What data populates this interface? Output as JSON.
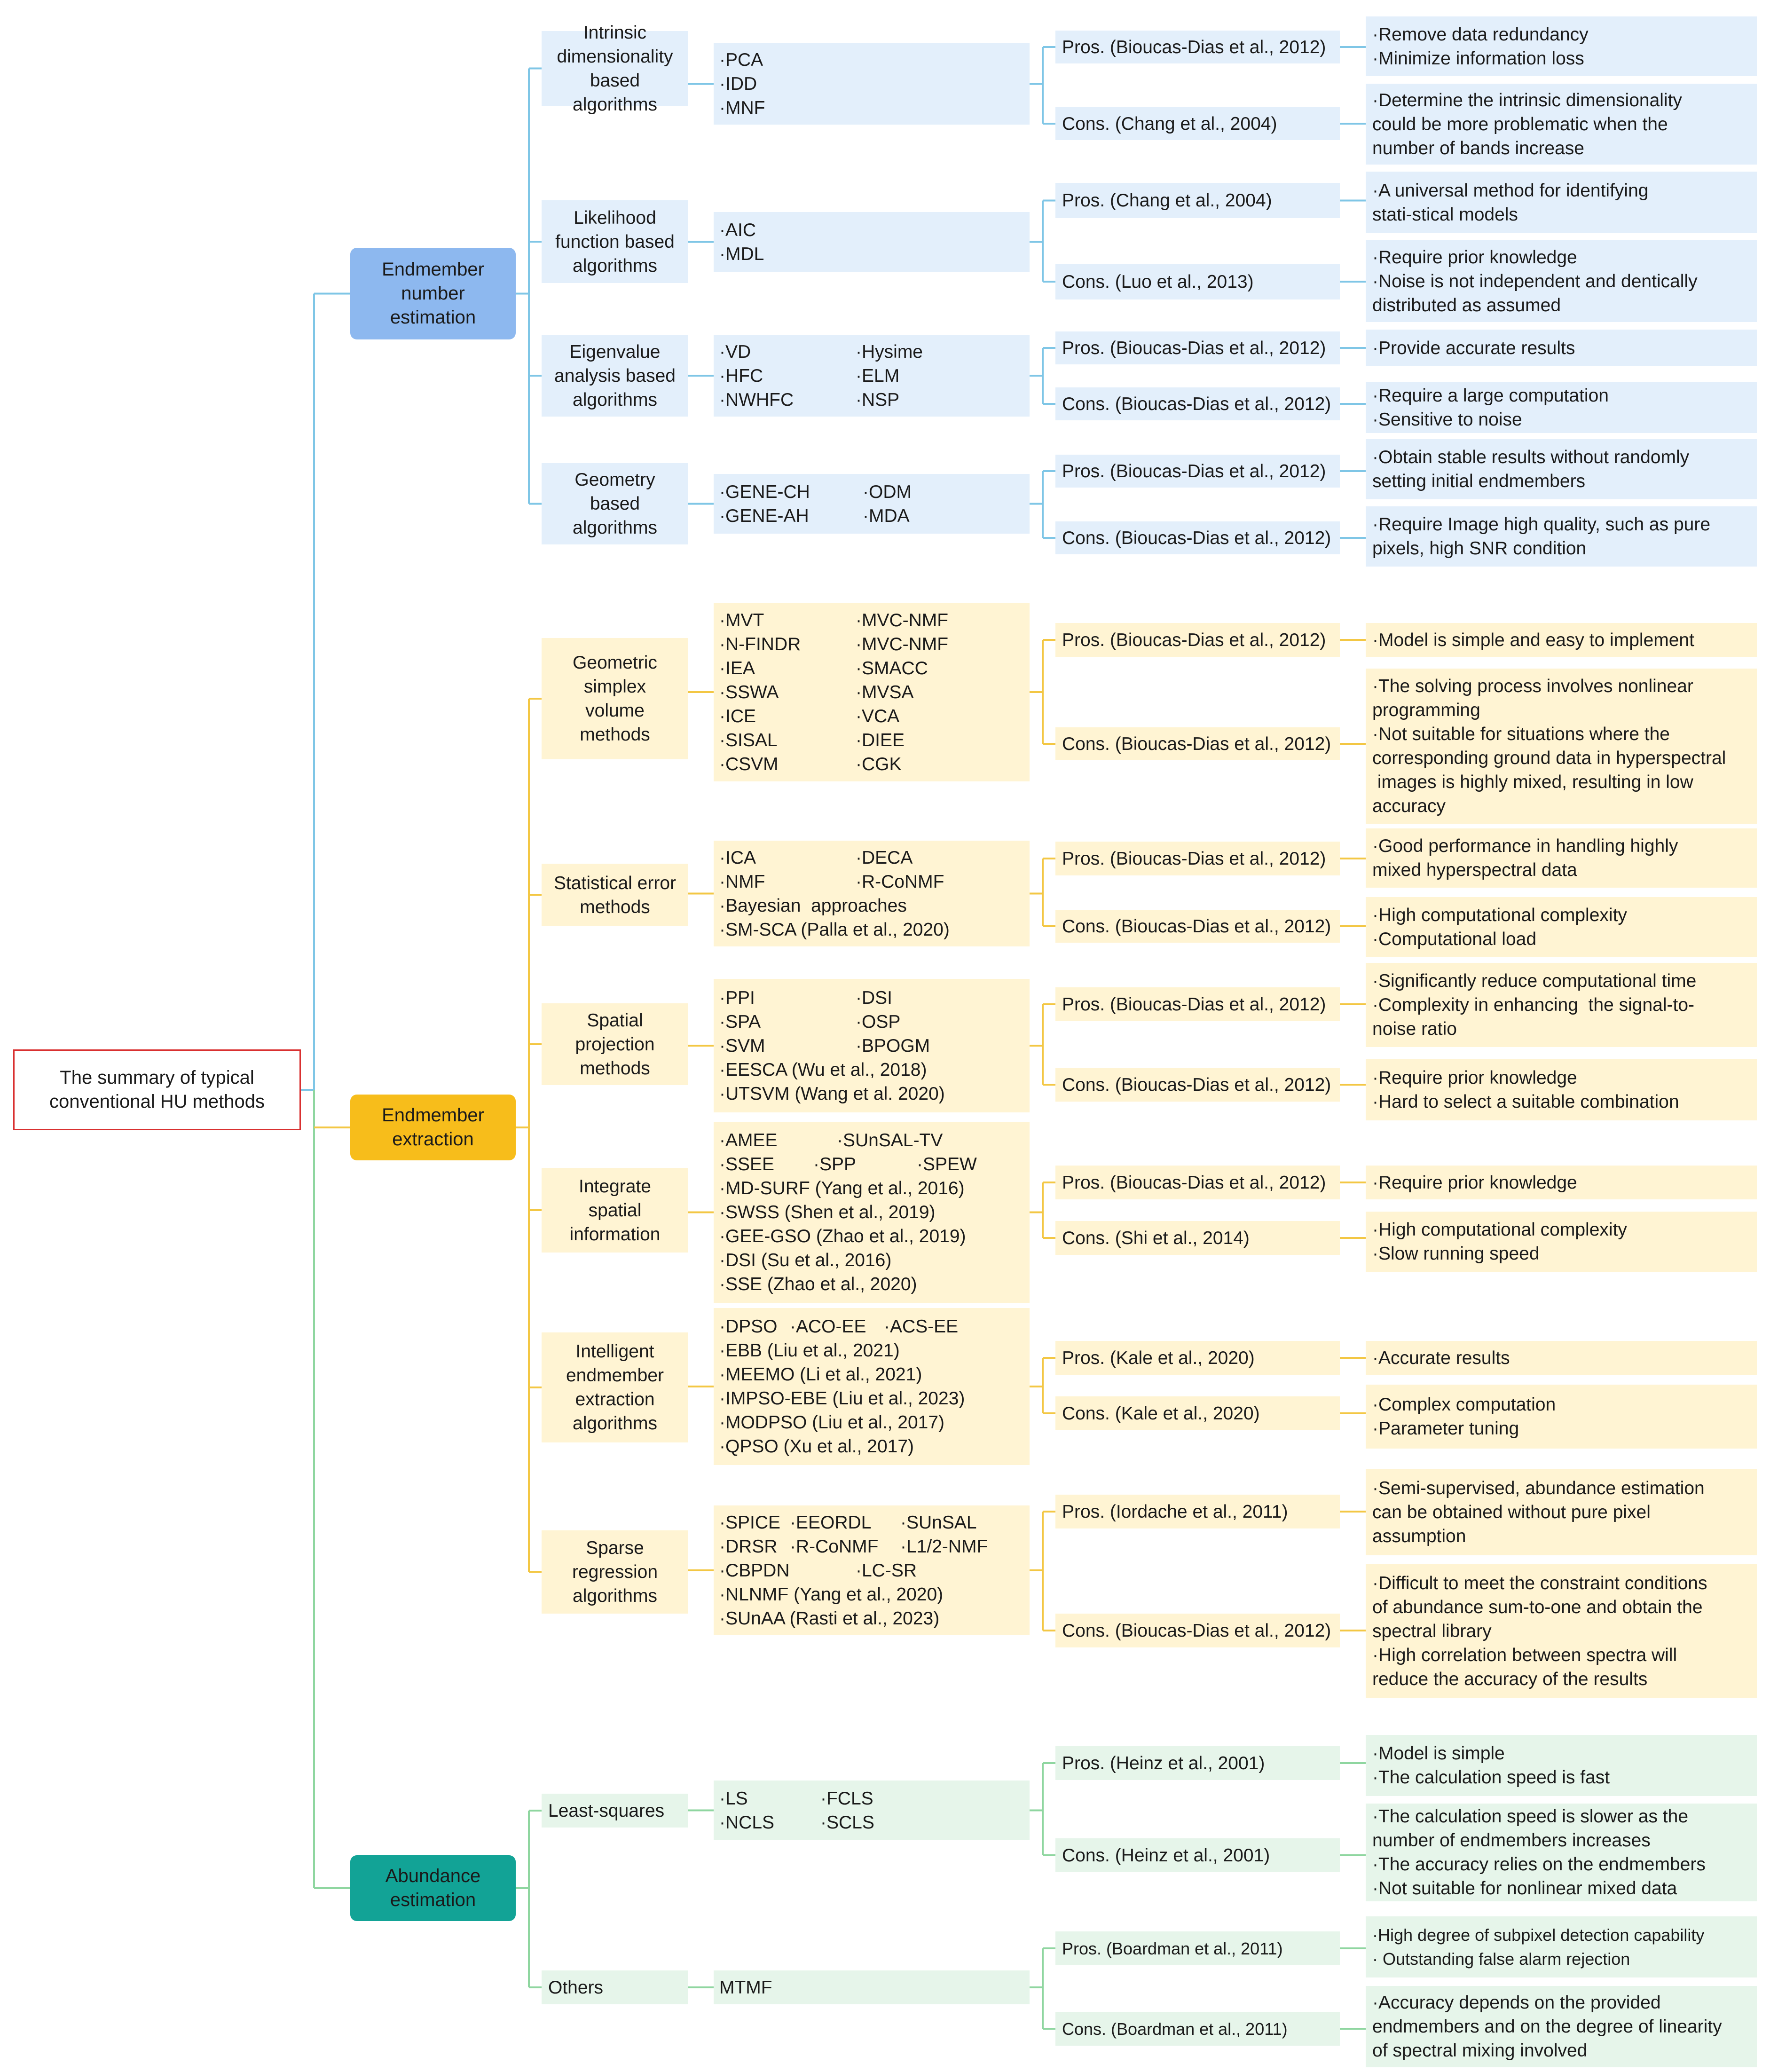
{
  "title": "The summary of typical conventional HU methods",
  "colors": {
    "blue_cat": "#8db8ef",
    "blue_light": "#e3effb",
    "blue_line": "#7fc6e6",
    "yellow_cat": "#f7bd1b",
    "yellow_light": "#fff4d3",
    "yellow_line": "#f3c744",
    "teal_cat": "#12a396",
    "green_light": "#e6f5ea",
    "green_line": "#8fd6a0",
    "root_border": "#d93030"
  },
  "categories": [
    {
      "name": "Endmember number estimation",
      "lines": [
        "Endmember",
        "number",
        "estimation"
      ],
      "subs": [
        {
          "lines": [
            "Intrinsic",
            "dimensionality",
            "based",
            "algorithms"
          ],
          "methods": [
            "·PCA",
            "·IDD",
            "·MNF"
          ],
          "pros": {
            "label": "Pros. (Bioucas-Dias et al., 2012)",
            "text": [
              "·Remove data redundancy",
              "·Minimize information loss"
            ]
          },
          "cons": {
            "label": "Cons. (Chang et al., 2004)",
            "text": [
              "·Determine the intrinsic dimensionality",
              "could be more problematic when the",
              "number of bands increase"
            ]
          }
        },
        {
          "lines": [
            "Likelihood",
            "function based",
            "algorithms"
          ],
          "methods": [
            "·AIC",
            "·MDL"
          ],
          "pros": {
            "label": "Pros. (Chang et al., 2004)",
            "text": [
              "·A universal method for identifying",
              "stati-stical models"
            ]
          },
          "cons": {
            "label": "Cons. (Luo et al., 2013)",
            "text": [
              "·Require prior knowledge",
              "·Noise is not independent and dentically",
              "distributed as assumed"
            ]
          }
        },
        {
          "lines": [
            "Eigenvalue",
            "analysis based",
            "algorithms"
          ],
          "methods": [
            [
              "·VD",
              "·Hysime"
            ],
            [
              "·HFC",
              "·ELM"
            ],
            [
              "·NWHFC",
              "·NSP"
            ]
          ],
          "pros": {
            "label": "Pros. (Bioucas-Dias et al., 2012)",
            "text": [
              "·Provide accurate results"
            ]
          },
          "cons": {
            "label": "Cons. (Bioucas-Dias et al., 2012)",
            "text": [
              "·Require a large computation",
              "·Sensitive to noise"
            ]
          }
        },
        {
          "lines": [
            "Geometry",
            "based",
            "algorithms"
          ],
          "methods": [
            [
              "·GENE-CH",
              "·ODM"
            ],
            [
              "·GENE-AH",
              "·MDA"
            ]
          ],
          "pros": {
            "label": "Pros. (Bioucas-Dias et al., 2012)",
            "text": [
              "·Obtain stable results without randomly",
              "setting initial endmembers"
            ]
          },
          "cons": {
            "label": "Cons. (Bioucas-Dias et al., 2012)",
            "text": [
              "·Require Image high quality, such as pure",
              "pixels, high SNR condition"
            ]
          }
        }
      ]
    },
    {
      "name": "Endmember extraction",
      "lines": [
        "Endmember",
        "extraction"
      ],
      "subs": [
        {
          "lines": [
            "Geometric",
            "simplex",
            "volume",
            "methods"
          ],
          "methods": [
            [
              "·MVT",
              "·MVC-NMF"
            ],
            [
              "·N-FINDR",
              "·MVC-NMF"
            ],
            [
              "·IEA",
              "·SMACC"
            ],
            [
              "·SSWA",
              "·MVSA"
            ],
            [
              "·ICE",
              "·VCA"
            ],
            [
              "·SISAL",
              "·DIEE"
            ],
            [
              "·CSVM",
              "·CGK"
            ]
          ],
          "pros": {
            "label": "Pros. (Bioucas-Dias et al., 2012)",
            "text": [
              "·Model is simple and easy to implement"
            ]
          },
          "cons": {
            "label": "Cons. (Bioucas-Dias et al., 2012)",
            "text": [
              "·The solving process involves nonlinear",
              "programming",
              "·Not suitable for situations where the",
              "corresponding ground data in hyperspectral",
              " images is highly mixed, resulting in low",
              "accuracy"
            ]
          }
        },
        {
          "lines": [
            "Statistical error",
            "methods"
          ],
          "methods": [
            [
              "·ICA",
              "·DECA"
            ],
            [
              "·NMF",
              "·R-CoNMF"
            ],
            [
              "·Bayesian  approaches"
            ],
            [
              "·SM-SCA (Palla et al., 2020)"
            ]
          ],
          "pros": {
            "label": "Pros. (Bioucas-Dias et al., 2012)",
            "text": [
              "·Good performance in handling highly",
              "mixed hyperspectral data"
            ]
          },
          "cons": {
            "label": "Cons. (Bioucas-Dias et al., 2012)",
            "text": [
              "·High computational complexity",
              "·Computational load"
            ]
          }
        },
        {
          "lines": [
            "Spatial",
            "projection",
            "methods"
          ],
          "methods": [
            [
              "·PPI",
              "·DSI"
            ],
            [
              "·SPA",
              "·OSP"
            ],
            [
              "·SVM",
              "·BPOGM"
            ],
            [
              "·EESCA (Wu et al., 2018)"
            ],
            [
              "·UTSVM (Wang et al. 2020)"
            ]
          ],
          "pros": {
            "label": "Pros. (Bioucas-Dias et al., 2012)",
            "text": [
              "·Significantly reduce computational time",
              "·Complexity in enhancing  the signal-to-",
              "noise ratio"
            ]
          },
          "cons": {
            "label": "Cons. (Bioucas-Dias et al., 2012)",
            "text": [
              "·Require prior knowledge",
              "·Hard to select a suitable combination"
            ]
          }
        },
        {
          "lines": [
            "Integrate",
            "spatial",
            "information"
          ],
          "methods": [
            [
              "·AMEE",
              "·SUnSAL-TV"
            ],
            [
              "·SSEE",
              "·SPP",
              "·SPEW"
            ],
            [
              "·MD-SURF (Yang et al., 2016)"
            ],
            [
              "·SWSS (Shen et al., 2019)"
            ],
            [
              "·GEE-GSO (Zhao et al., 2019)"
            ],
            [
              "·DSI (Su et al., 2016)"
            ],
            [
              "·SSE (Zhao et al., 2020)"
            ]
          ],
          "pros": {
            "label": "Pros. (Bioucas-Dias et al., 2012)",
            "text": [
              "·Require prior knowledge"
            ]
          },
          "cons": {
            "label": "Cons. (Shi et al., 2014)",
            "text": [
              "·High computational complexity",
              "·Slow running speed"
            ]
          }
        },
        {
          "lines": [
            "Intelligent",
            "endmember",
            "extraction",
            "algorithms"
          ],
          "methods": [
            [
              "·DPSO",
              "·ACO-EE",
              "·ACS-EE"
            ],
            [
              "·EBB (Liu et al., 2021)"
            ],
            [
              "·MEEMO (Li et al., 2021)"
            ],
            [
              "·IMPSO-EBE (Liu et al., 2023)"
            ],
            [
              "·MODPSO (Liu et al., 2017)"
            ],
            [
              "·QPSO (Xu et al., 2017)"
            ]
          ],
          "pros": {
            "label": "Pros. (Kale et al., 2020)",
            "text": [
              "·Accurate results"
            ]
          },
          "cons": {
            "label": "Cons. (Kale et al., 2020)",
            "text": [
              "·Complex computation",
              "·Parameter tuning"
            ]
          }
        },
        {
          "lines": [
            "Sparse",
            "regression",
            "algorithms"
          ],
          "methods": [
            [
              "·SPICE",
              "·EEORDL",
              "·SUnSAL"
            ],
            [
              "·DRSR",
              "·R-CoNMF",
              "·L1/2-NMF"
            ],
            [
              "·CBPDN",
              "·LC-SR"
            ],
            [
              "·NLNMF (Yang et al., 2020)"
            ],
            [
              "·SUnAA (Rasti et al., 2023)"
            ]
          ],
          "pros": {
            "label": "Pros. (Iordache et al., 2011)",
            "text": [
              "·Semi-supervised, abundance estimation",
              "can be obtained without pure pixel",
              "assumption"
            ]
          },
          "cons": {
            "label": "Cons. (Bioucas-Dias et al., 2012)",
            "text": [
              "·Difficult to meet the constraint conditions",
              "of abundance sum-to-one and obtain the",
              "spectral library",
              "·High correlation between spectra will",
              "reduce the accuracy of the results"
            ]
          }
        }
      ]
    },
    {
      "name": "Abundance estimation",
      "lines": [
        "Abundance",
        "estimation"
      ],
      "subs": [
        {
          "lines": [
            "Least-squares"
          ],
          "methods": [
            [
              "·LS",
              "·FCLS"
            ],
            [
              "·NCLS",
              "·SCLS"
            ]
          ],
          "pros": {
            "label": "Pros. (Heinz et al., 2001)",
            "text": [
              "·Model is simple",
              "·The calculation speed is fast"
            ]
          },
          "cons": {
            "label": "Cons. (Heinz et al., 2001)",
            "text": [
              "·The calculation speed is slower as the",
              "number of endmembers increases",
              "·The accuracy relies on the endmembers",
              "·Not suitable for nonlinear mixed data"
            ]
          }
        },
        {
          "lines": [
            "Others"
          ],
          "methods": [
            "MTMF"
          ],
          "pros": {
            "label": "Pros. (Boardman et al., 2011)",
            "text": [
              "·High degree of subpixel detection capability",
              "· Outstanding false alarm rejection"
            ]
          },
          "cons": {
            "label": "Cons. (Boardman et al., 2011)",
            "text": [
              "·Accuracy depends on the provided",
              "endmembers and on the degree of linearity",
              "of spectral mixing involved"
            ]
          }
        }
      ]
    }
  ]
}
